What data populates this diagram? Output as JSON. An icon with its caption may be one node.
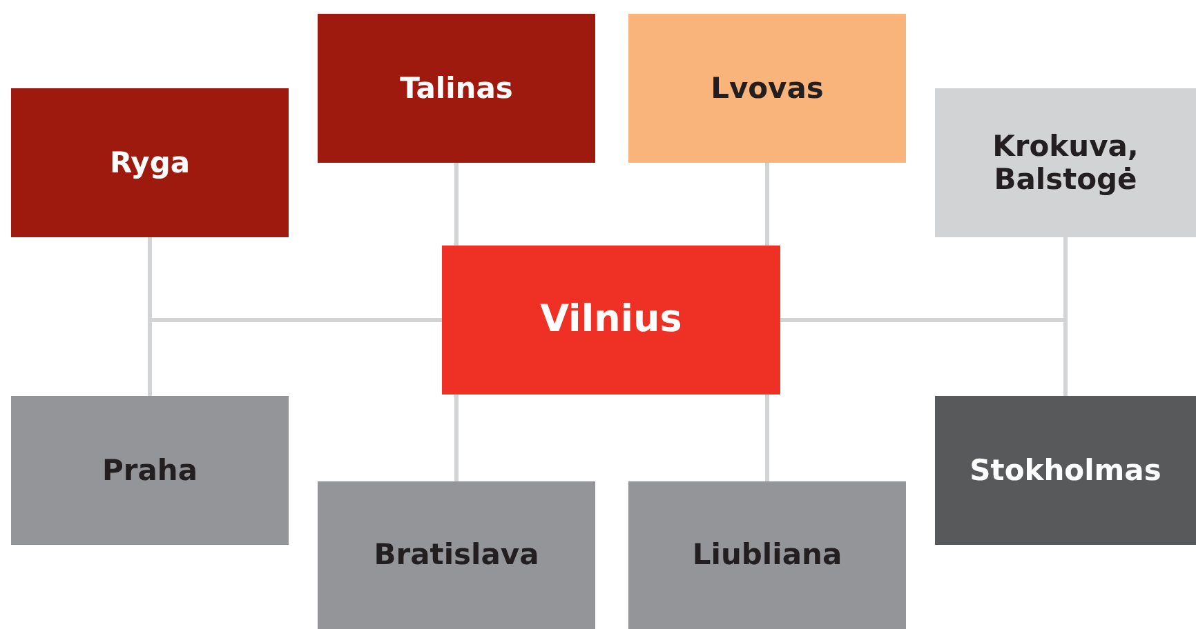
{
  "diagram": {
    "nodes": [
      {
        "text": [
          "Talinas"
        ]
      },
      {
        "text": [
          "Lvovas"
        ]
      },
      {
        "text": [
          "Ryga"
        ]
      },
      {
        "text": [
          "Krokuva, Balstogė"
        ]
      },
      {
        "text": [
          "Vilnius"
        ]
      },
      {
        "text": [
          "Praha"
        ]
      },
      {
        "text": [
          "Stokholmas"
        ]
      },
      {
        "text": [
          "Bratislava"
        ]
      },
      {
        "text": [
          "Liubliana"
        ]
      }
    ],
    "edges": [
      {
        "from": 4,
        "to": 0,
        "arrow": "none"
      },
      {
        "from": 4,
        "to": 1,
        "arrow": "none"
      },
      {
        "from": 4,
        "to": 2,
        "arrow": "none"
      },
      {
        "from": 4,
        "to": 3,
        "arrow": "none"
      },
      {
        "from": 4,
        "to": 5,
        "arrow": "none"
      },
      {
        "from": 4,
        "to": 6,
        "arrow": "none"
      },
      {
        "from": 4,
        "to": 7,
        "arrow": "none"
      },
      {
        "from": 4,
        "to": 8,
        "arrow": "none"
      }
    ]
  }
}
